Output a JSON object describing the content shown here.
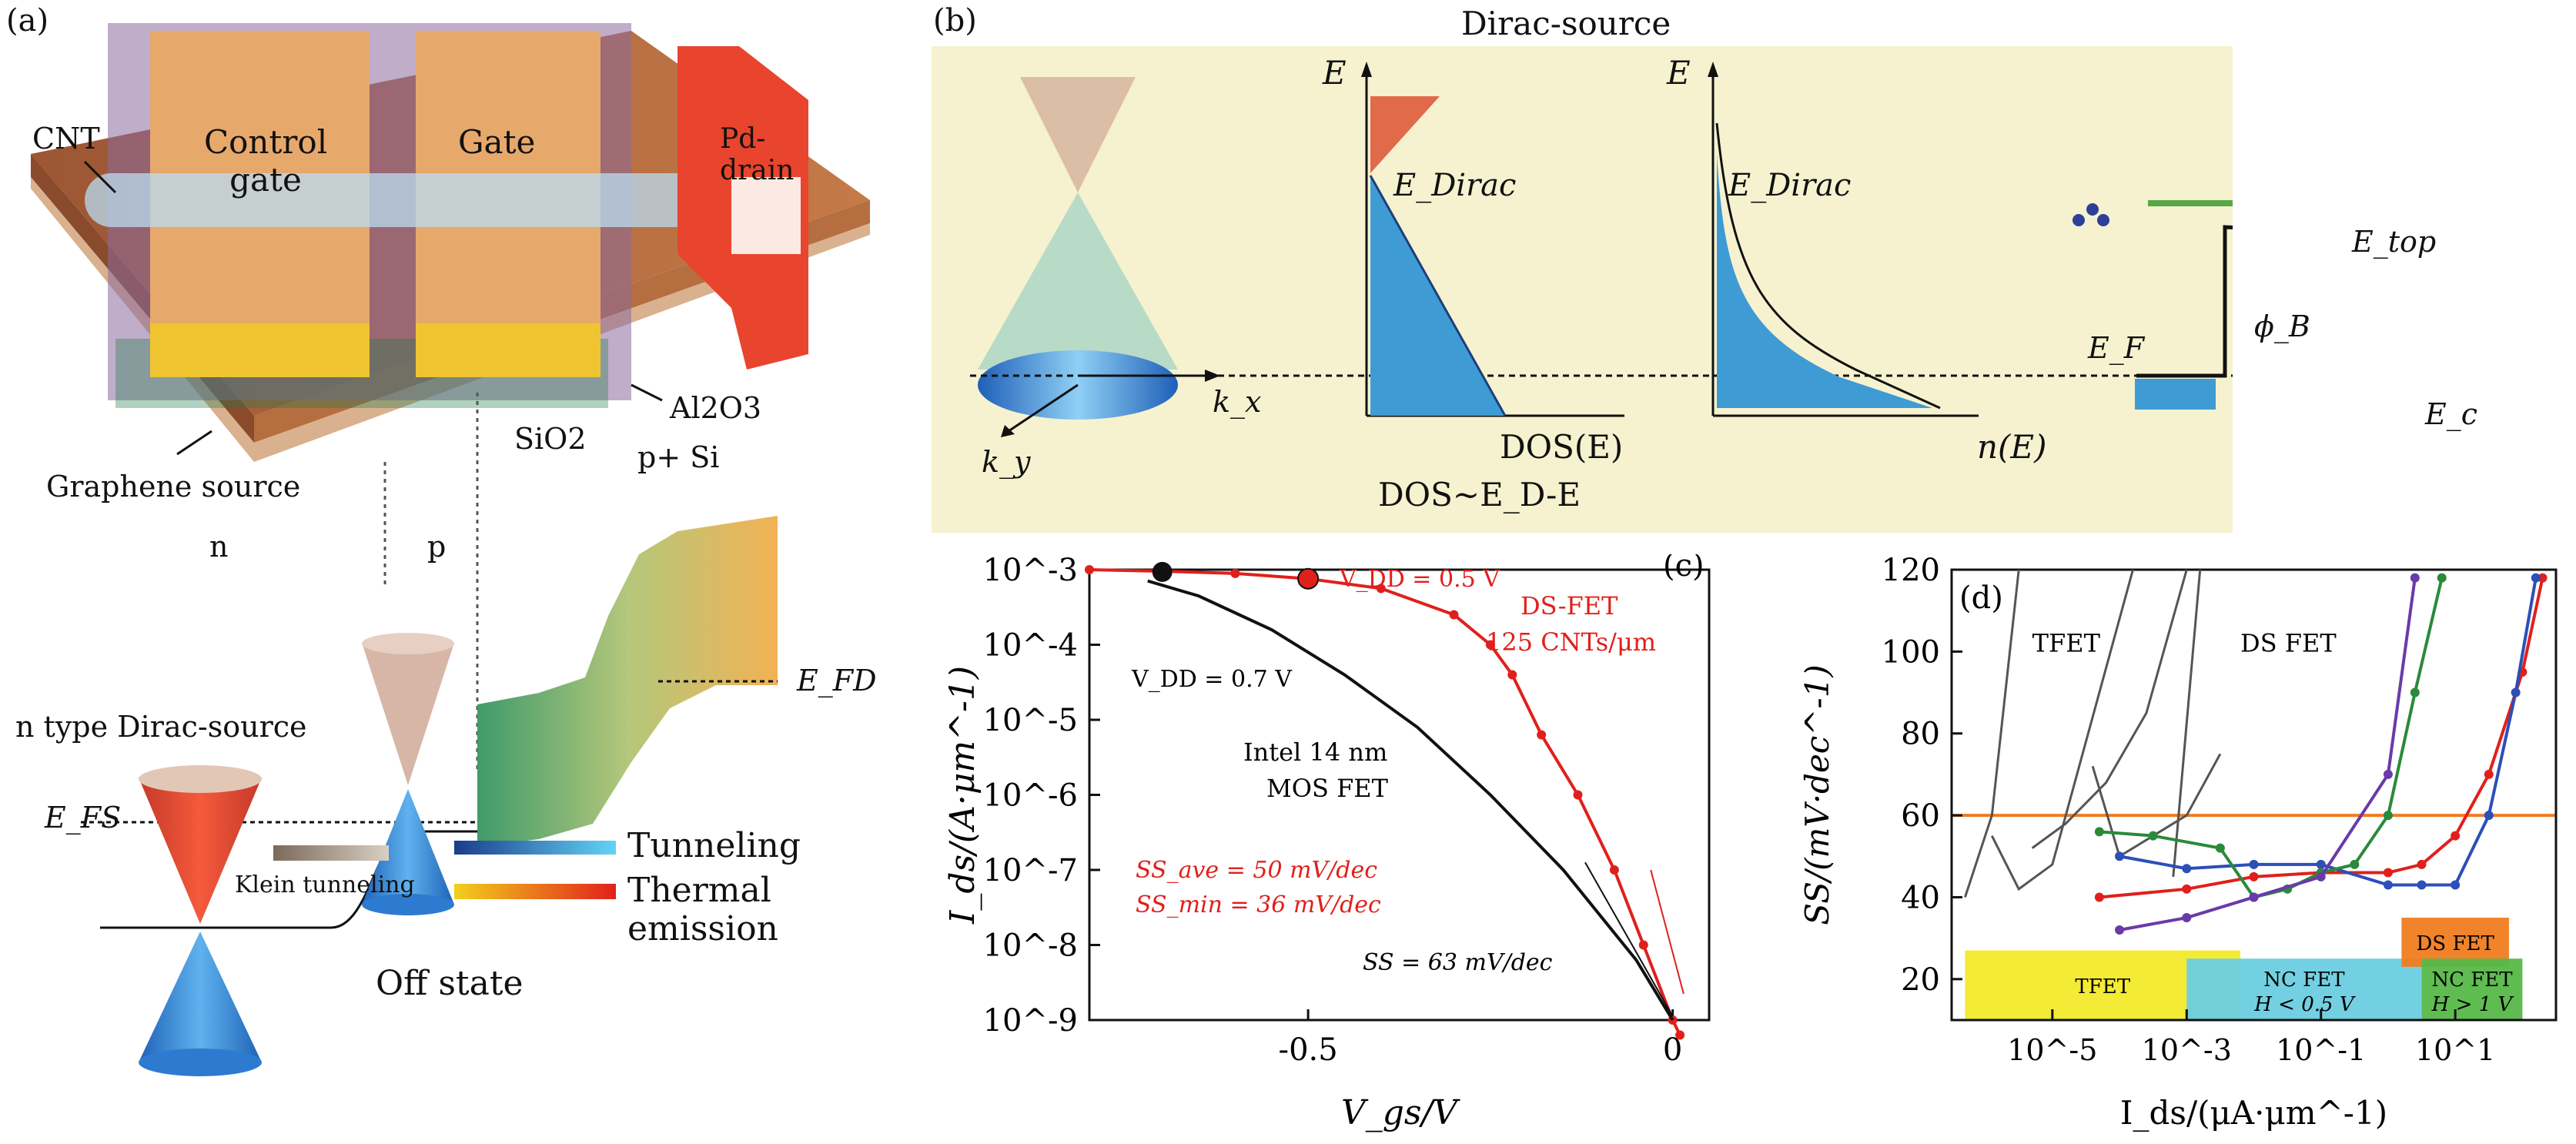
{
  "panel_a": {
    "letter": "(a)",
    "cnt": "CNT",
    "control_gate": "Control gate",
    "gate": "Gate",
    "pd_drain": "Pd-drain",
    "al2o3": "Al2O3",
    "sio2": "SiO2",
    "p_si": "p+ Si",
    "graphene_source": "Graphene source",
    "n": "n",
    "p": "p",
    "n_type": "n type Dirac-source",
    "efs": "E_FS",
    "efd": "E_FD",
    "klein": "Klein tunneling",
    "tunneling": "Tunneling",
    "thermal": "Thermal emission",
    "off_state": "Off state",
    "colors": {
      "gate": "#e7a86c",
      "metal": "#e9442d",
      "substrate": "#b0653a",
      "gold": "#f0c431"
    }
  },
  "panel_b": {
    "letter": "(b)",
    "title": "Dirac-source",
    "e_axis": "E",
    "e_dirac": "E_Dirac",
    "kx": "k_x",
    "ky": "k_y",
    "dos_axis": "DOS(E)",
    "n_axis": "n(E)",
    "dos_relation": "DOS~E_D-E",
    "ef": "E_F",
    "phib": "ϕ_B",
    "etop": "E_top",
    "ec": "E_c",
    "colors": {
      "background": "#f6f2cf",
      "blue": "#3f9bd4"
    }
  },
  "chart_data": [
    {
      "panel": "(c)",
      "type": "line",
      "xlabel": "V_gs/V",
      "ylabel": "I_ds/(A·μm^-1)",
      "xlim": [
        -0.8,
        0.05
      ],
      "ylim_log10": [
        -9,
        -3
      ],
      "x_ticks": [
        "-0.5",
        "0"
      ],
      "y_ticks": [
        "10^-3",
        "10^-4",
        "10^-5",
        "10^-6",
        "10^-7",
        "10^-8",
        "10^-9"
      ],
      "series": [
        {
          "name": "DS-FET 125 CNTs/μm",
          "color": "#e0201c",
          "x": [
            -0.8,
            -0.7,
            -0.6,
            -0.5,
            -0.4,
            -0.3,
            -0.25,
            -0.22,
            -0.18,
            -0.13,
            -0.08,
            -0.04,
            0.0,
            0.01
          ],
          "log10_y": [
            -3.0,
            -3.02,
            -3.05,
            -3.12,
            -3.25,
            -3.6,
            -4.0,
            -4.4,
            -5.2,
            -6.0,
            -7.0,
            -8.0,
            -9.0,
            -9.2
          ]
        },
        {
          "name": "Intel 14 nm MOS FET",
          "color": "#111111",
          "x": [
            -0.72,
            -0.65,
            -0.55,
            -0.45,
            -0.35,
            -0.25,
            -0.15,
            -0.05,
            0.0
          ],
          "log10_y": [
            -3.15,
            -3.35,
            -3.8,
            -4.4,
            -5.1,
            -6.0,
            -7.0,
            -8.2,
            -9.0
          ]
        }
      ],
      "annotations": {
        "vdd07": "V_DD = 0.7 V",
        "vdd05": "V_DD = 0.5 V",
        "dsfet": "DS-FET",
        "cnts": "125 CNTs/μm",
        "intel1": "Intel 14 nm",
        "intel2": "MOS FET",
        "ss_ave": "SS_ave = 50 mV/dec",
        "ss_min": "SS_min = 36 mV/dec",
        "ss63": "SS = 63 mV/dec"
      }
    },
    {
      "panel": "(d)",
      "type": "line",
      "xlabel": "I_ds/(μA·μm^-1)",
      "ylabel": "SS/(mV·dec^-1)",
      "x_log10_range": [
        -6.5,
        2.5
      ],
      "ylim": [
        10,
        120
      ],
      "x_ticks": [
        "10^-5",
        "10^-3",
        "10^-1",
        "10^1"
      ],
      "y_ticks": [
        "20",
        "40",
        "60",
        "80",
        "100",
        "120"
      ],
      "reference_line": {
        "y": 60,
        "color": "#f07c1f"
      },
      "labels": {
        "tfet": "TFET",
        "dsfet": "DS FET"
      },
      "regions": [
        {
          "label": "TFET",
          "x_log10": [
            -6.3,
            -2.2
          ],
          "y": [
            10,
            27
          ],
          "color": "#f2ea2a"
        },
        {
          "label": "NC FET",
          "sub": "H < 0.5 V",
          "x_log10": [
            -3.0,
            0.5
          ],
          "y": [
            10,
            25
          ],
          "color": "#6ccde0"
        },
        {
          "label": "DS FET",
          "x_log10": [
            0.2,
            1.8
          ],
          "y": [
            23,
            35
          ],
          "color": "#f07c1f"
        },
        {
          "label": "NC FET",
          "sub": "H > 1 V",
          "x_log10": [
            0.5,
            2.0
          ],
          "y": [
            10,
            25
          ],
          "color": "#56b848"
        }
      ],
      "series": [
        {
          "name": "red",
          "color": "#e0201c",
          "x_log10": [
            -4.3,
            -3,
            -2,
            -1,
            0,
            0.5,
            1,
            1.5,
            2.0,
            2.3
          ],
          "y": [
            40,
            42,
            45,
            46,
            46,
            48,
            55,
            70,
            95,
            118
          ]
        },
        {
          "name": "blue",
          "color": "#2c4fb8",
          "x_log10": [
            -4.0,
            -3,
            -2,
            -1,
            0,
            0.5,
            1,
            1.5,
            1.9,
            2.2
          ],
          "y": [
            50,
            47,
            48,
            48,
            43,
            43,
            43,
            60,
            90,
            118
          ]
        },
        {
          "name": "green",
          "color": "#2a8a3a",
          "x_log10": [
            -4.3,
            -3.5,
            -2.5,
            -2,
            -1.5,
            -1,
            -0.5,
            0,
            0.4,
            0.8
          ],
          "y": [
            56,
            55,
            52,
            40,
            42,
            46,
            48,
            60,
            90,
            118
          ]
        },
        {
          "name": "purple",
          "color": "#6a3aa8",
          "x_log10": [
            -4.0,
            -3,
            -2,
            -1,
            0,
            0.4
          ],
          "y": [
            32,
            35,
            40,
            45,
            70,
            118
          ]
        }
      ]
    }
  ]
}
